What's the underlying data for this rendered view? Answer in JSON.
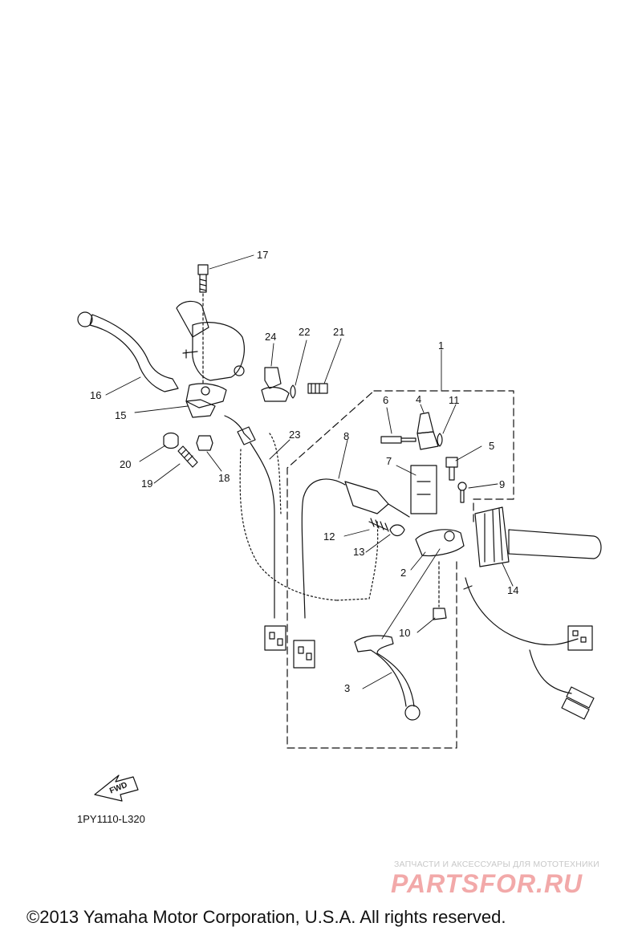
{
  "diagram": {
    "callouts": [
      "1",
      "2",
      "3",
      "4",
      "5",
      "6",
      "7",
      "8",
      "9",
      "10",
      "11",
      "12",
      "13",
      "14",
      "15",
      "16",
      "17",
      "18",
      "19",
      "20",
      "21",
      "22",
      "23",
      "24"
    ],
    "fwd_label": "FWD",
    "drawing_code": "1PY1110-L320"
  },
  "watermark": {
    "tagline": "ЗАПЧАСТИ И АКСЕССУАРЫ ДЛЯ МОТОТЕХНИКИ",
    "logo": "PARTSFOR.RU"
  },
  "copyright": "©2013 Yamaha Motor Corporation, U.S.A. All rights reserved."
}
